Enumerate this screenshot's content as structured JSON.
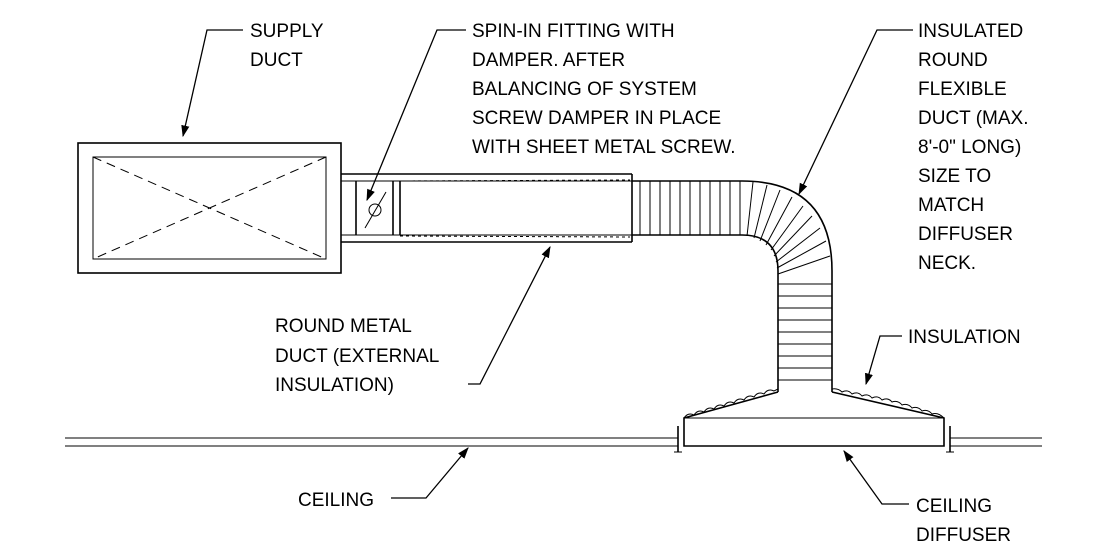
{
  "labels": {
    "supply_duct": [
      "SUPPLY",
      "DUCT"
    ],
    "spin_in": [
      "SPIN-IN FITTING WITH",
      "DAMPER. AFTER",
      "BALANCING OF SYSTEM",
      "SCREW DAMPER IN PLACE",
      "WITH SHEET METAL SCREW."
    ],
    "flex_duct": [
      "INSULATED",
      "ROUND",
      "FLEXIBLE",
      "DUCT (MAX.",
      "8'-0\" LONG)",
      "SIZE TO",
      "MATCH",
      "DIFFUSER",
      "NECK."
    ],
    "round_metal_duct": [
      "ROUND METAL",
      "DUCT (EXTERNAL",
      "INSULATION)"
    ],
    "insulation": [
      "INSULATION"
    ],
    "ceiling": [
      "CEILING"
    ],
    "ceiling_diffuser": [
      "CEILING",
      "DIFFUSER"
    ]
  }
}
